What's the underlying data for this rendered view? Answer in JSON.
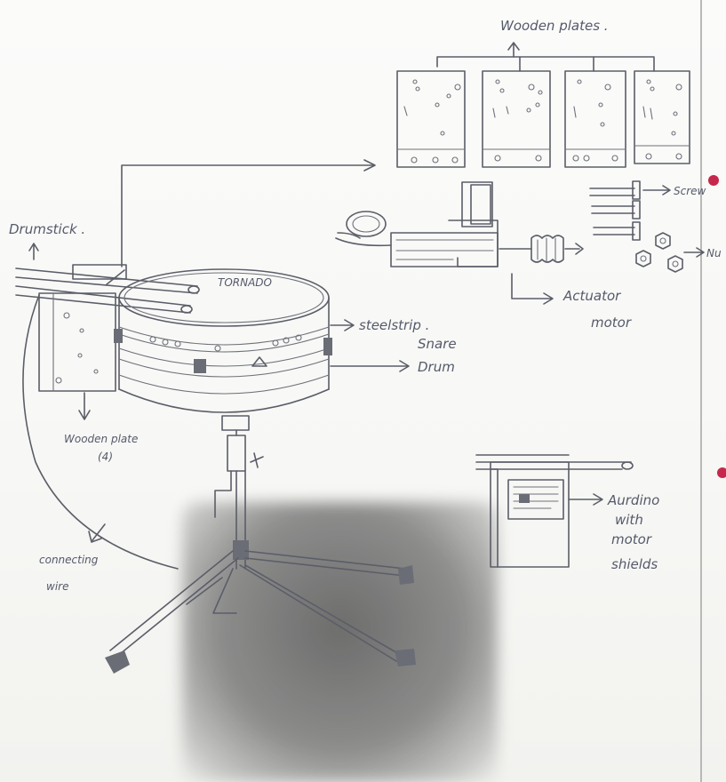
{
  "labels": {
    "wooden_plates": "Wooden plates .",
    "drumstick": "Drumstick .",
    "tornado": "TORNADO",
    "steel_strip": "steelstrip .",
    "snare_drum_line1": "Snare",
    "snare_drum_line2": "Drum",
    "wooden_plate_4_line1": "Wooden plate",
    "wooden_plate_4_line2": "(4)",
    "actuator_line1": "Actuator",
    "actuator_line2": "motor",
    "screw": "Screw",
    "nut": "Nu",
    "connecting_line1": "connecting",
    "connecting_line2": "wire",
    "arduino_line1": "Aurdino",
    "arduino_line2": "with",
    "arduino_line3": "motor",
    "arduino_line4": "shields"
  },
  "colors": {
    "ink": "#5b5e68",
    "margin_dot": "#c5284a",
    "shadow": "#555555"
  }
}
